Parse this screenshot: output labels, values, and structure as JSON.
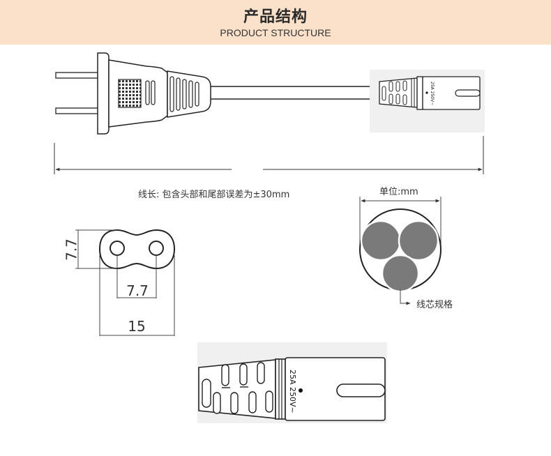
{
  "header": {
    "title_cn": "产品结构",
    "title_en": "PRODUCT STRUCTURE",
    "bg_color": "#fbe1c9"
  },
  "notes": {
    "cord_length": "线长: 包含头部和尾部误差为±30mm",
    "unit": "单位:mm",
    "core_spec": "线芯规格"
  },
  "connector_dims": {
    "height": "7.7",
    "pitch": "7.7",
    "width": "15"
  },
  "connector_marking": {
    "small": "25A 250V~",
    "large": "25A 250V~"
  }
}
